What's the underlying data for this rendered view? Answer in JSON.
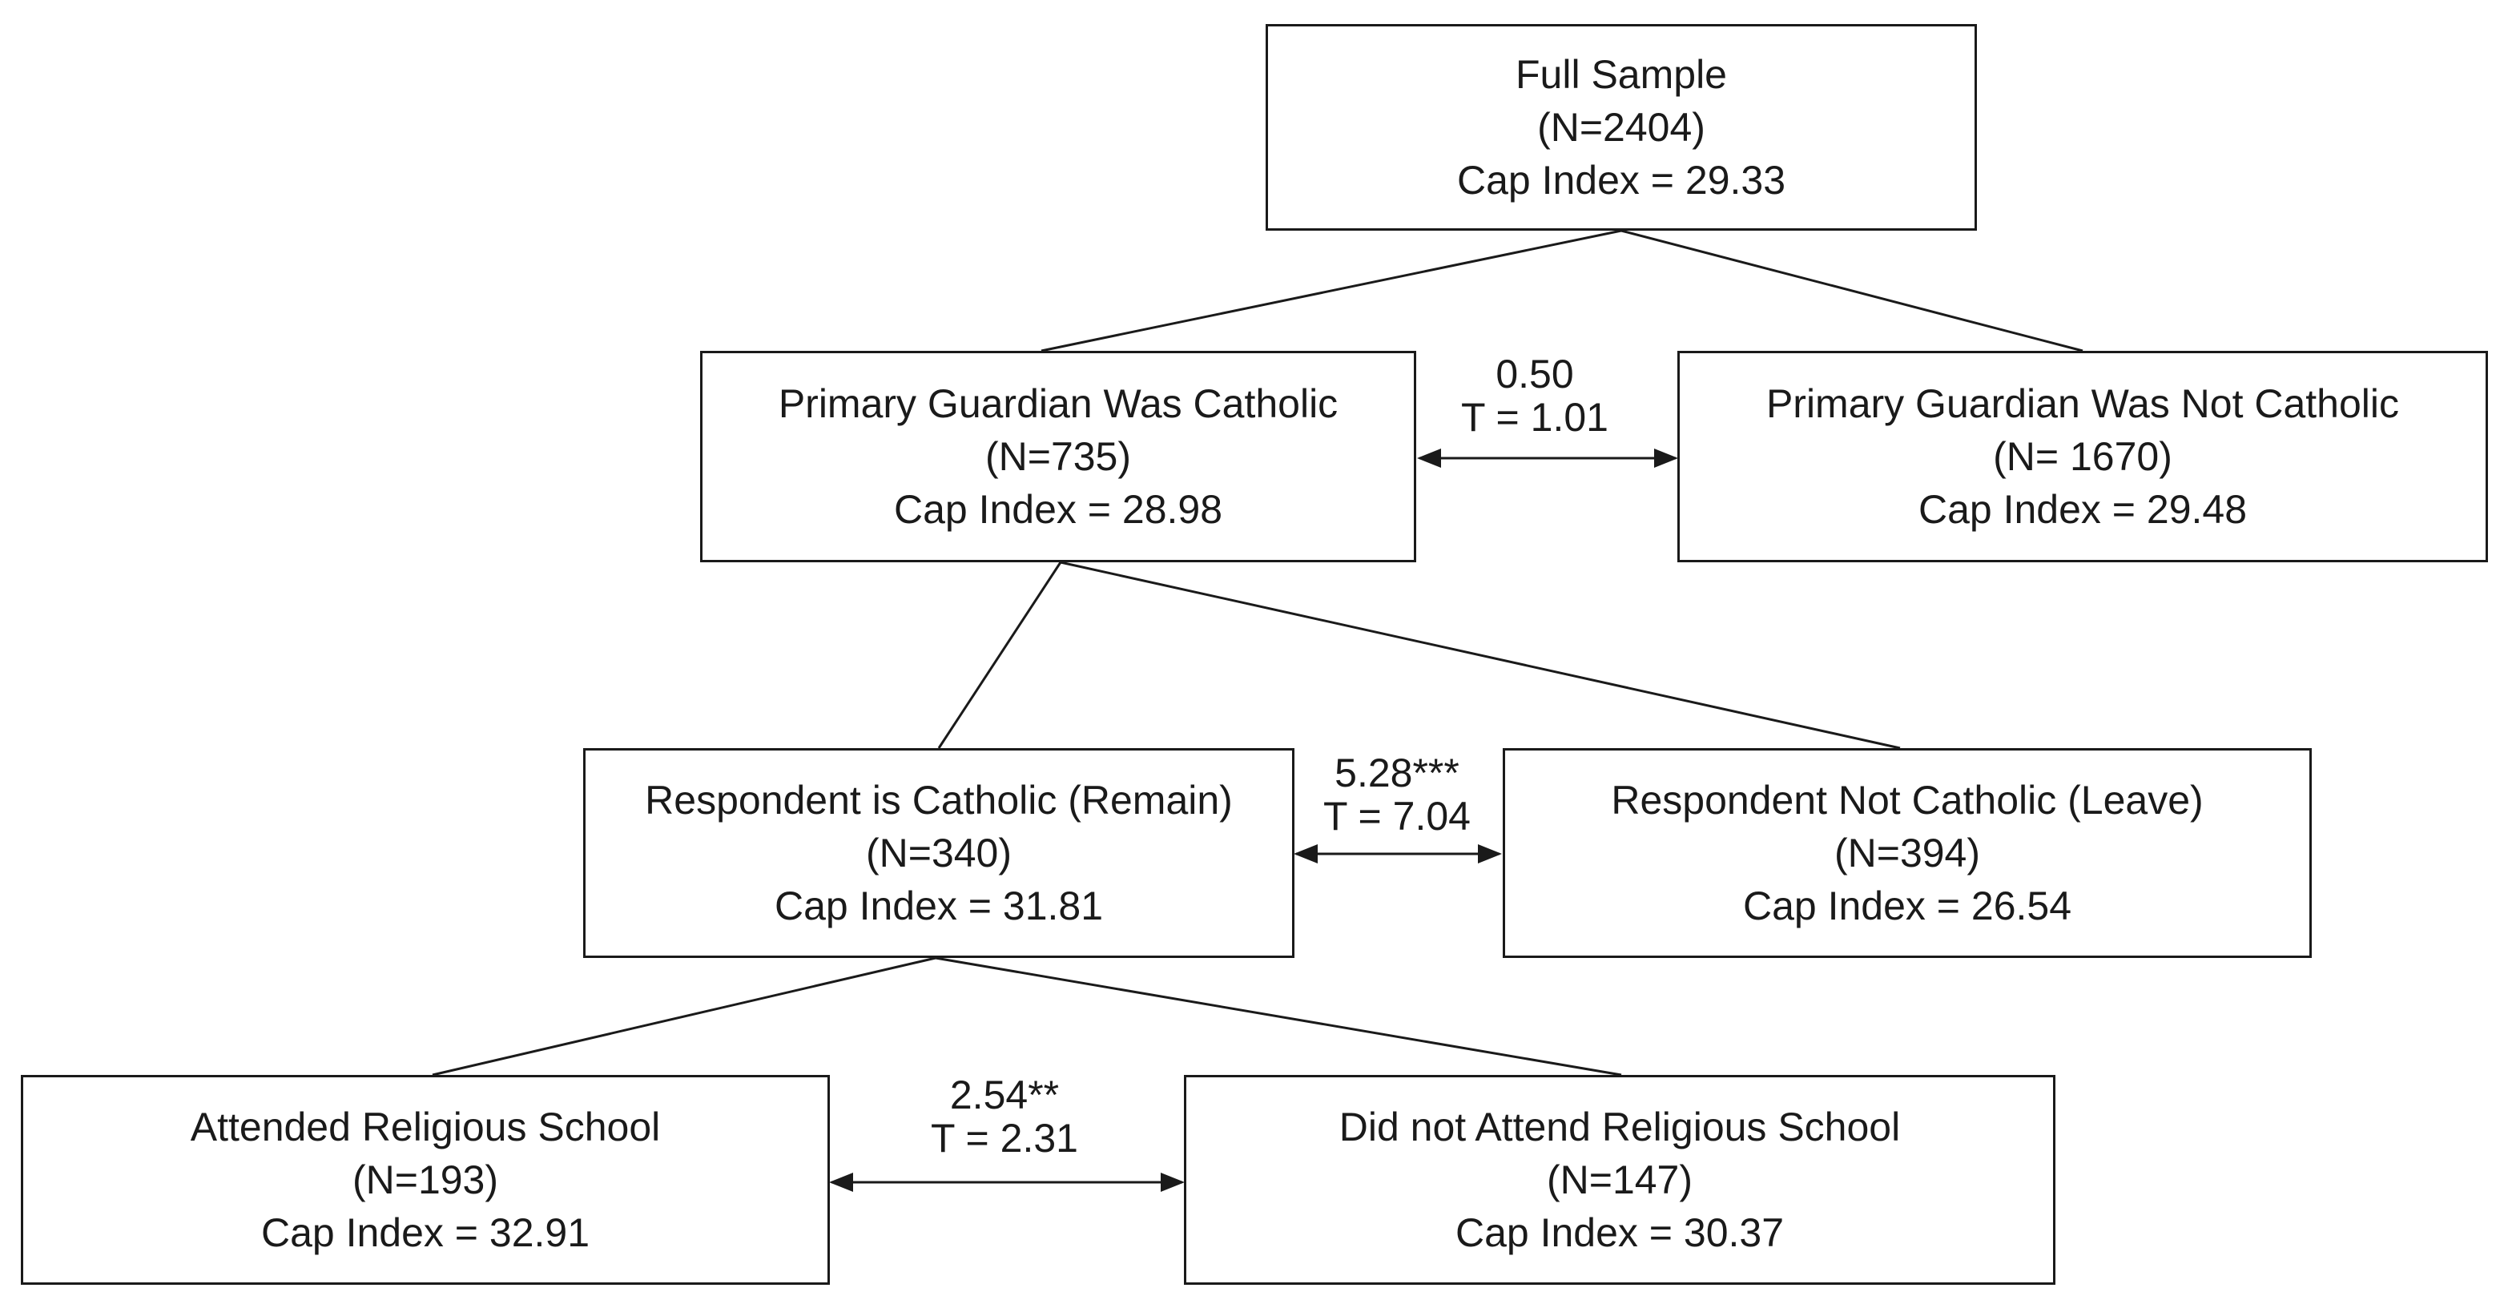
{
  "diagram": {
    "nodes": {
      "full_sample": {
        "title": "Full Sample",
        "n": "(N=2404)",
        "cap": "Cap Index = 29.33"
      },
      "guardian_catholic": {
        "title": "Primary Guardian Was Catholic",
        "n": "(N=735)",
        "cap": "Cap Index = 28.98"
      },
      "guardian_not_catholic": {
        "title": "Primary Guardian Was Not Catholic",
        "n": "(N= 1670)",
        "cap": "Cap Index = 29.48"
      },
      "respondent_catholic": {
        "title": "Respondent is Catholic (Remain)",
        "n": "(N=340)",
        "cap": "Cap Index = 31.81"
      },
      "respondent_not_catholic": {
        "title": "Respondent Not Catholic (Leave)",
        "n": "(N=394)",
        "cap": "Cap Index = 26.54"
      },
      "religious_school": {
        "title": "Attended Religious School",
        "n": "(N=193)",
        "cap": "Cap Index = 32.91"
      },
      "no_religious_school": {
        "title": "Did not Attend Religious School",
        "n": "(N=147)",
        "cap": "Cap Index = 30.37"
      }
    },
    "comparisons": {
      "guardian": {
        "diff": "0.50",
        "t": "T = 1.01"
      },
      "respondent": {
        "diff": "5.28***",
        "t": "T = 7.04"
      },
      "school": {
        "diff": "2.54**",
        "t": "T = 2.31"
      }
    },
    "colors": {
      "line": "#1a1a1a",
      "box_border": "#1a1a1a",
      "background": "#ffffff"
    }
  }
}
